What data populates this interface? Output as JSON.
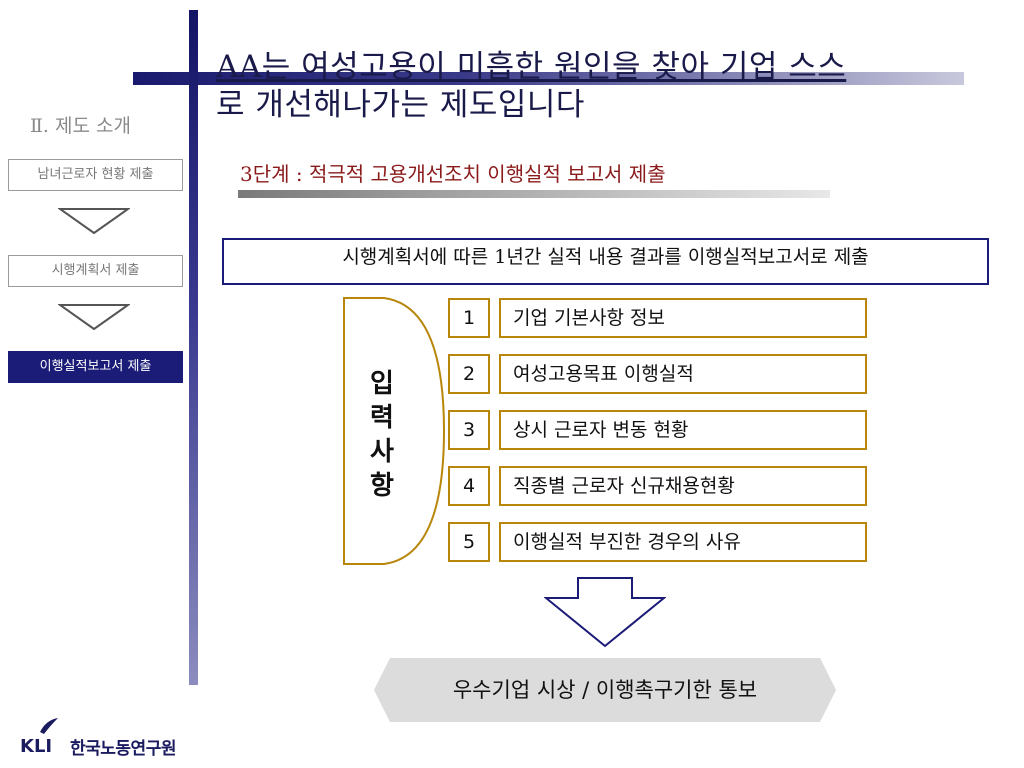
{
  "title": {
    "line1": "AA는 여성고용이 미흡한 원인을 찾아 기업 스스",
    "line2": "로 개선해나가는 제도입니다"
  },
  "sidebar": {
    "section": "Ⅱ. 제도 소개",
    "steps": [
      {
        "label": "남녀근로자 현황 제출",
        "active": false
      },
      {
        "label": "시행계획서 제출",
        "active": false
      },
      {
        "label": "이행실적보고서 제출",
        "active": true
      }
    ]
  },
  "main": {
    "subtitle": "3단계 : 적극적 고용개선조치 이행실적 보고서 제출",
    "description": "시행계획서에 따른 1년간 실적 내용 결과를 이행실적보고서로 제출",
    "input_label": [
      "입",
      "력",
      "사",
      "항"
    ],
    "items": [
      {
        "num": "1",
        "label": "기업 기본사항 정보"
      },
      {
        "num": "2",
        "label": "여성고용목표 이행실적"
      },
      {
        "num": "3",
        "label": "상시 근로자 변동 현황"
      },
      {
        "num": "4",
        "label": "직종별 근로자 신규채용현황"
      },
      {
        "num": "5",
        "label": "이행실적 부진한 경우의 사유"
      }
    ],
    "result": "우수기업 시상 / 이행촉구기한 통보"
  },
  "footer": {
    "logo_mark": "KLI",
    "logo_text": "한국노동연구원"
  },
  "colors": {
    "navy": "#1b1b78",
    "gold_border": "#b8860b",
    "subtitle_red": "#8b1a1a"
  },
  "icons": {
    "step_arrow": "down-arrow-icon",
    "result_arrow": "down-arrow-icon",
    "logo": "kli-logo-icon"
  }
}
